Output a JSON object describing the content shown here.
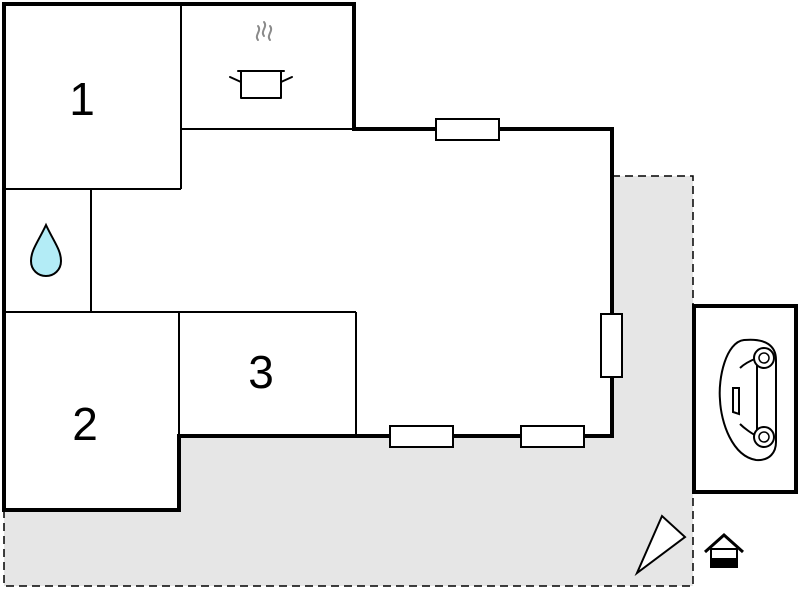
{
  "rooms": {
    "room_1": {
      "label": "1"
    },
    "room_2": {
      "label": "2"
    },
    "room_3": {
      "label": "3"
    }
  },
  "icons": {
    "kitchen": "cooking-pot-icon",
    "bathroom": "water-drop-icon",
    "garage": "car-icon",
    "north": "compass-arrow-icon",
    "entrance": "house-entrance-icon"
  },
  "colors": {
    "terrace": "#e6e6e6",
    "water_drop": "#b3ecf6",
    "steam": "#8a8a8a",
    "walls": "#000000"
  }
}
